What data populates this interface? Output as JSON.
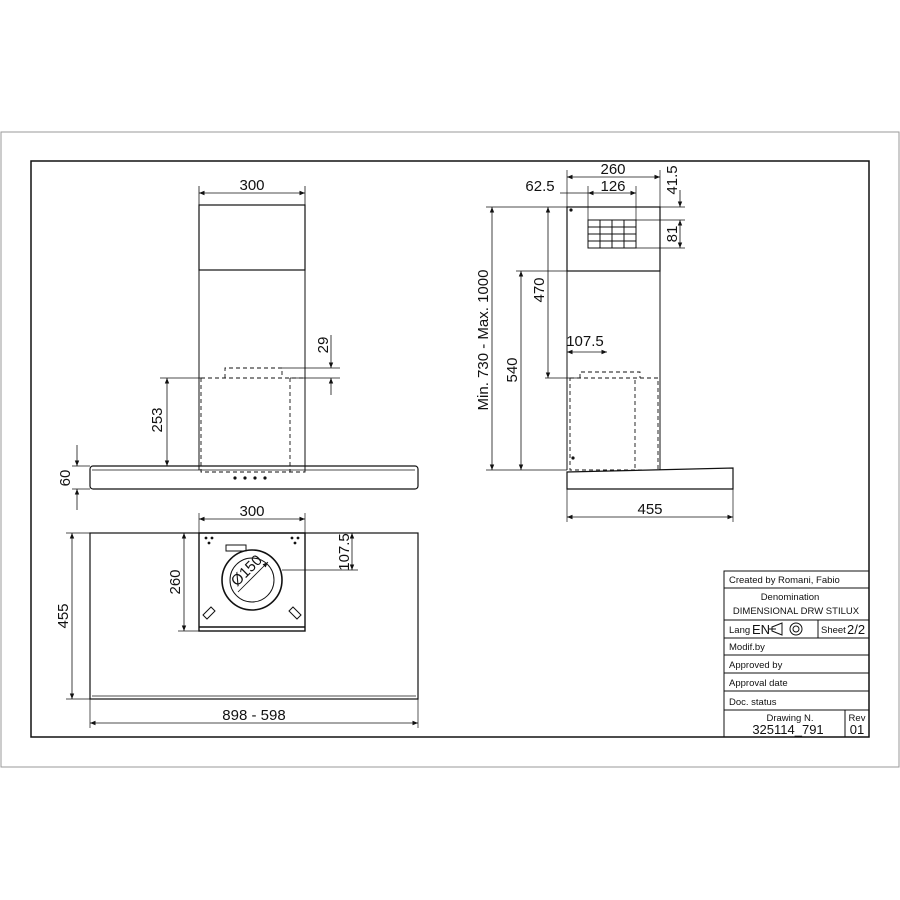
{
  "front_view": {
    "chimney_width": "300",
    "outlet_offset": "29",
    "outlet_height": "253",
    "canopy_height": "60"
  },
  "side_view": {
    "chimney_depth": "260",
    "outlet_width": "126",
    "wall_offset": "62.5",
    "vent_top": "41.5",
    "vent_height": "81",
    "total_height": "Min. 730 - Max. 1000",
    "upper_chimney": "470",
    "lower_height": "540",
    "outlet_depth": "107.5",
    "canopy_depth": "455"
  },
  "plan_view": {
    "chimney_width": "300",
    "chimney_depth": "260",
    "duct_diameter": "Ø150",
    "duct_offset": "107.5",
    "canopy_depth": "455",
    "canopy_width": "898 - 598"
  },
  "title_block": {
    "created_label": "Created by",
    "created_value": "Romani, Fabio",
    "denomination_label": "Denomination",
    "denomination_value": "DIMENSIONAL DRW STILUX",
    "lang_label": "Lang",
    "lang_value": "EN",
    "sheet_label": "Sheet",
    "sheet_value": "2/2",
    "modif_label": "Modif.by",
    "approved_label": "Approved by",
    "approval_date_label": "Approval date",
    "doc_status_label": "Doc. status",
    "drawing_label": "Drawing N.",
    "drawing_value": "325114_791",
    "rev_label": "Rev",
    "rev_value": "01"
  },
  "colors": {
    "line": "#111111",
    "frame": "#999999",
    "background": "#ffffff"
  }
}
